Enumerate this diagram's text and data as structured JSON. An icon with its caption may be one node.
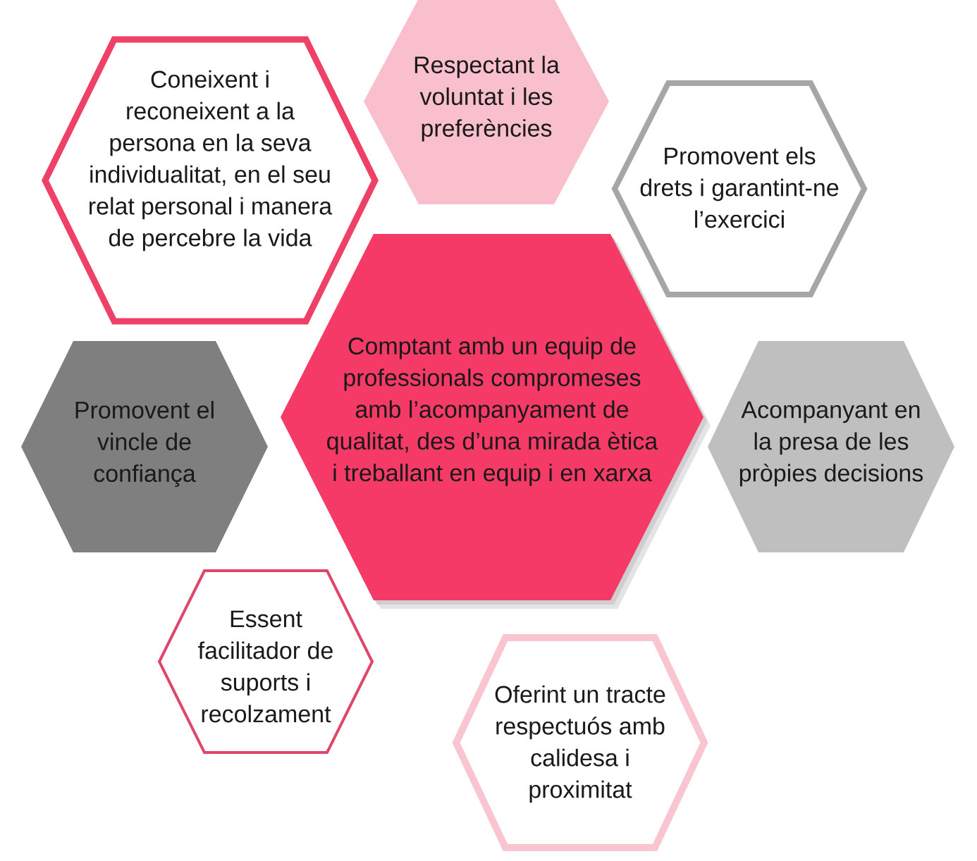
{
  "diagram": {
    "nodes": [
      {
        "text": [
          "Coneixent i reconeixent a la persona en la seva individualitat, en el seu relat personal i manera de percebre la vida"
        ]
      },
      {
        "text": [
          "Respectant la voluntat i les preferències"
        ]
      },
      {
        "text": [
          "Promovent els drets i garantint-ne l’exercici"
        ]
      },
      {
        "text": [
          "Comptant amb un equip de professionals compromeses amb l’acompanyament de qualitat, des d’una mirada ètica i treballant en equip i en xarxa"
        ]
      },
      {
        "text": [
          "Promovent el vincle de confiança"
        ]
      },
      {
        "text": [
          "Acompanyant en la presa de les pròpies decisions"
        ]
      },
      {
        "text": [
          "Essent facilitador de suports i recolzament"
        ]
      },
      {
        "text": [
          "Oferint un tracte respectuós amb calidesa i proximitat"
        ]
      }
    ]
  }
}
